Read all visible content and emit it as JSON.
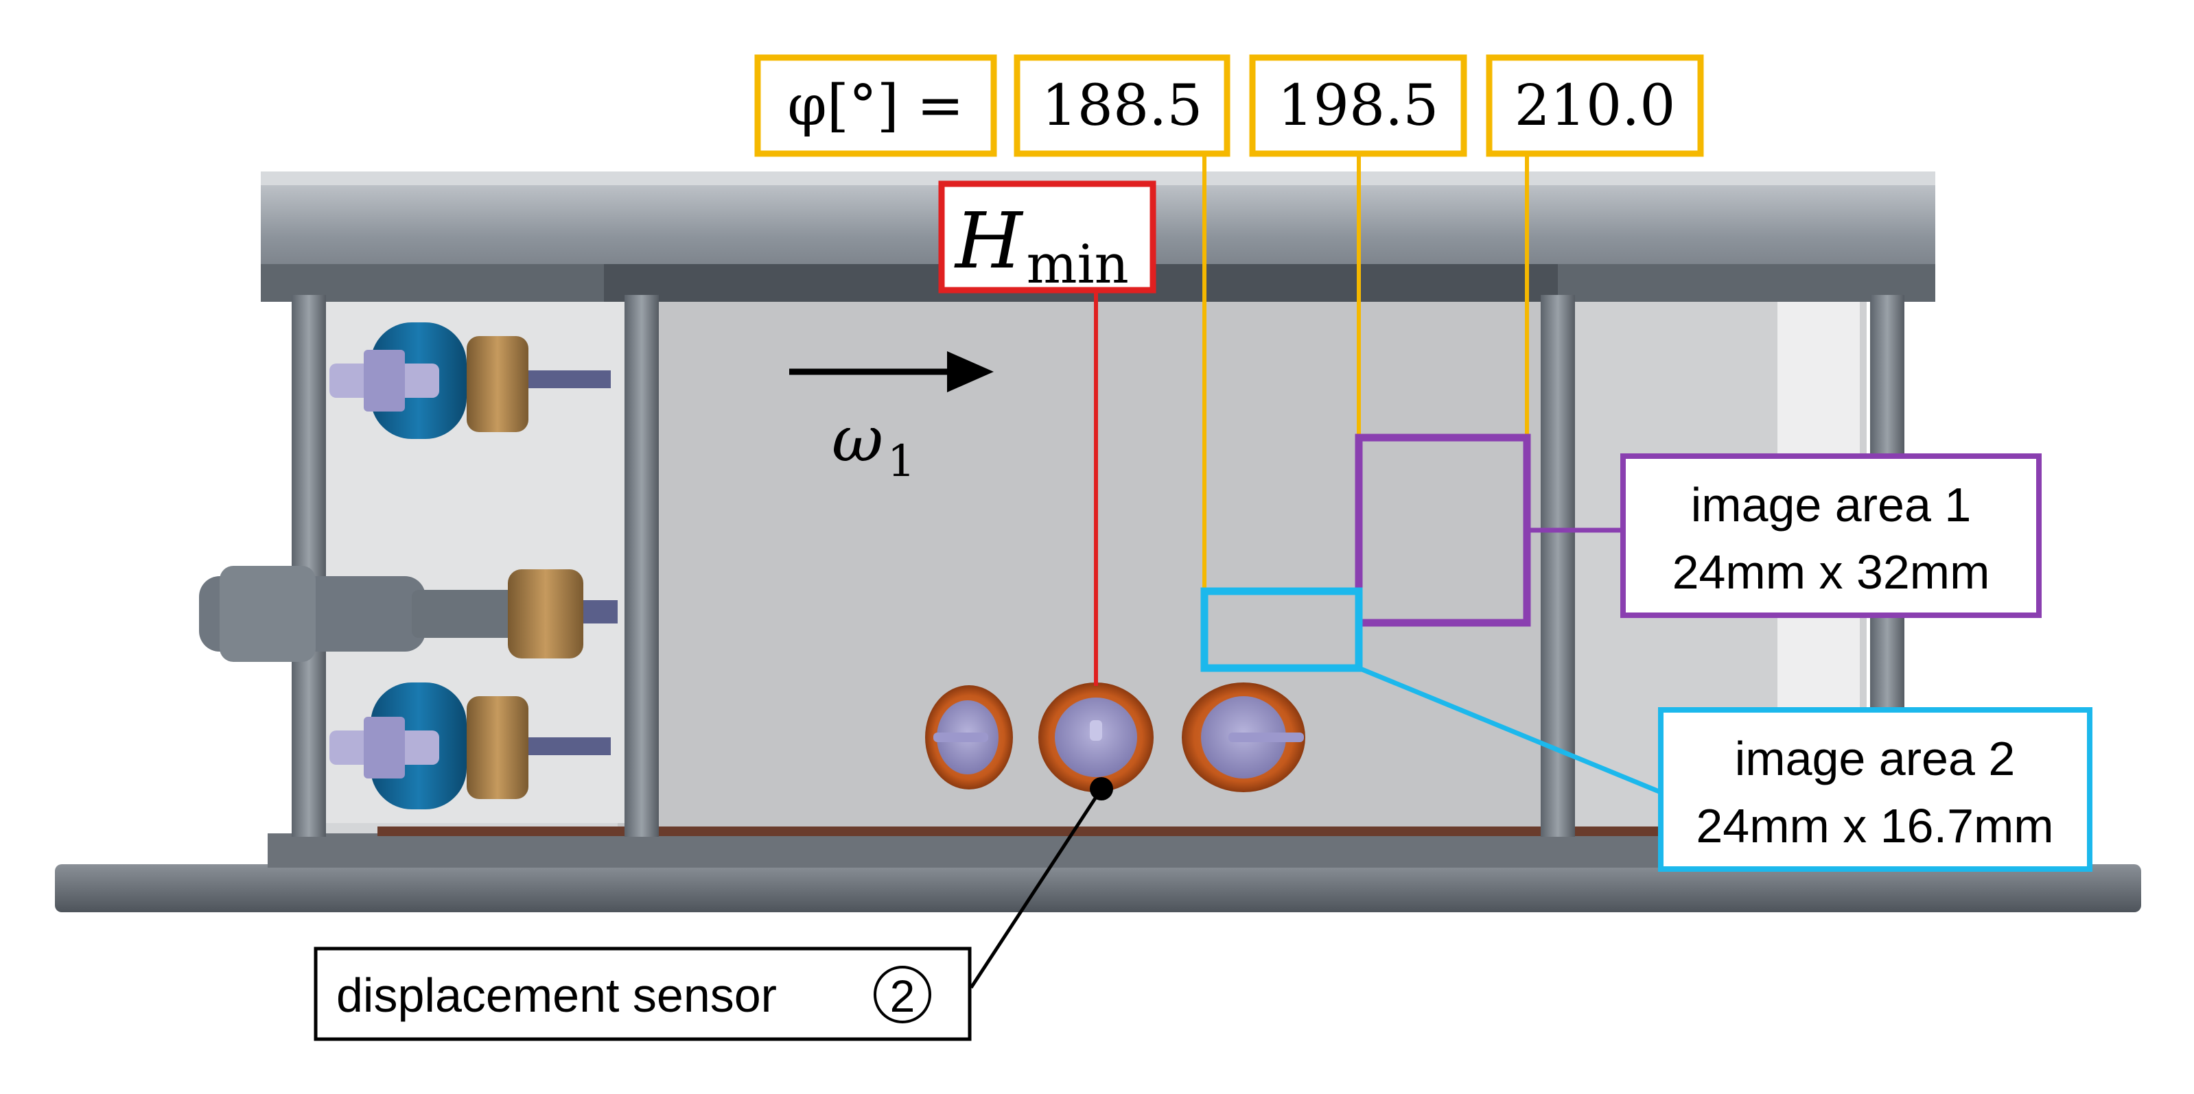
{
  "angle_row": {
    "phi_label": "φ[°] =",
    "angles": [
      "188.5",
      "198.5",
      "210.0"
    ]
  },
  "hmin": {
    "symbol": "H",
    "subscript": "min"
  },
  "omega": {
    "symbol": "ω",
    "subscript": "1"
  },
  "image_area_1": {
    "line1": "image area 1",
    "line2": "24mm x 32mm"
  },
  "image_area_2": {
    "line1": "image area 2",
    "line2": "24mm x 16.7mm"
  },
  "sensor": {
    "label": "displacement sensor",
    "number": "2"
  },
  "colors": {
    "angle_box": "#f5b800",
    "hmin_box": "#e02020",
    "area1_box": "#8a3fb0",
    "area2_box": "#1cb8ec",
    "sensor_box": "#000000"
  }
}
